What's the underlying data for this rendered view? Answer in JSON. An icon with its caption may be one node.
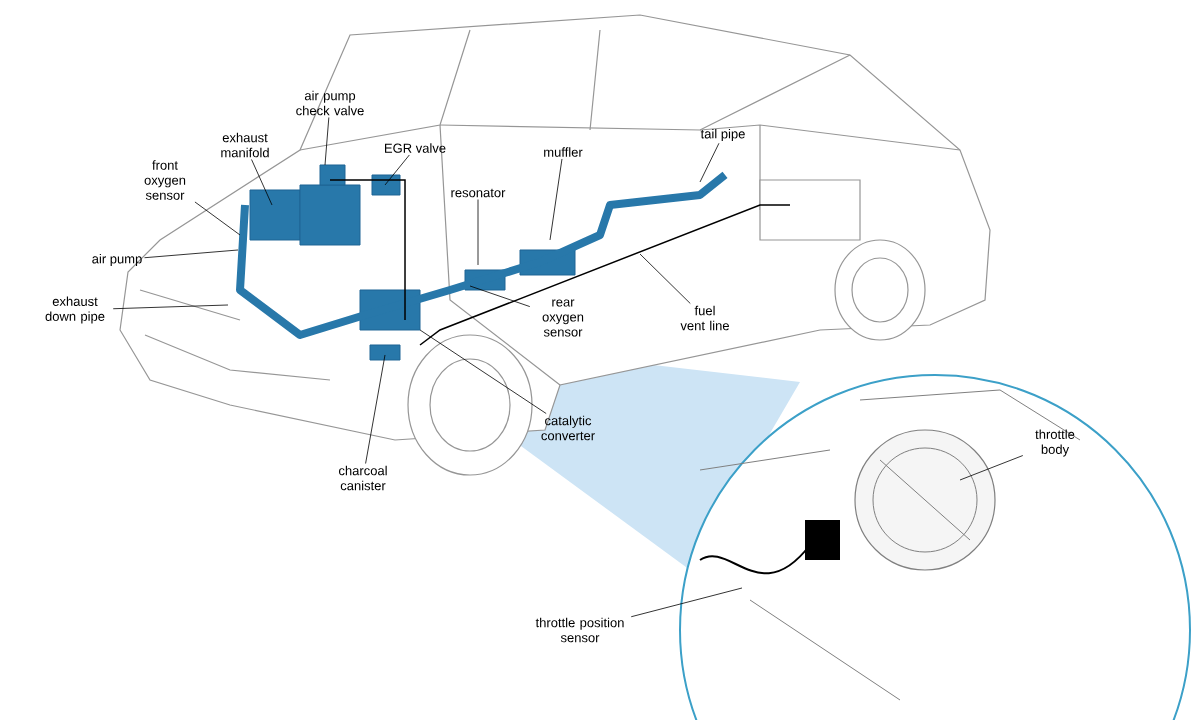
{
  "diagram": {
    "nodes": [
      {
        "text": [
          "air pump check valve"
        ]
      },
      {
        "text": [
          "exhaust manifold"
        ]
      },
      {
        "text": [
          "front oxygen sensor"
        ]
      },
      {
        "text": [
          "EGR valve"
        ]
      },
      {
        "text": [
          "muffler"
        ]
      },
      {
        "text": [
          "tail pipe"
        ]
      },
      {
        "text": [
          "resonator"
        ]
      },
      {
        "text": [
          "air pump"
        ]
      },
      {
        "text": [
          "exhaust down pipe"
        ]
      },
      {
        "text": [
          "rear oxygen sensor"
        ]
      },
      {
        "text": [
          "fuel vent line"
        ]
      },
      {
        "text": [
          "catalytic converter"
        ]
      },
      {
        "text": [
          "charcoal canister"
        ]
      },
      {
        "text": [
          "throttle body"
        ]
      },
      {
        "text": [
          "throttle position sensor"
        ]
      }
    ],
    "edges": [
      {
        "from": 0,
        "to": null,
        "arrow": "none"
      },
      {
        "from": 1,
        "to": null,
        "arrow": "none"
      },
      {
        "from": 2,
        "to": null,
        "arrow": "none"
      },
      {
        "from": 3,
        "to": null,
        "arrow": "none"
      },
      {
        "from": 4,
        "to": null,
        "arrow": "none"
      },
      {
        "from": 5,
        "to": null,
        "arrow": "none"
      },
      {
        "from": 6,
        "to": null,
        "arrow": "none"
      },
      {
        "from": 7,
        "to": null,
        "arrow": "none"
      },
      {
        "from": 8,
        "to": null,
        "arrow": "none"
      },
      {
        "from": 9,
        "to": null,
        "arrow": "none"
      },
      {
        "from": 10,
        "to": null,
        "arrow": "none"
      },
      {
        "from": 11,
        "to": null,
        "arrow": "none"
      },
      {
        "from": 12,
        "to": null,
        "arrow": "none"
      },
      {
        "from": 13,
        "to": null,
        "arrow": "none"
      },
      {
        "from": 14,
        "to": null,
        "arrow": "none"
      }
    ]
  }
}
